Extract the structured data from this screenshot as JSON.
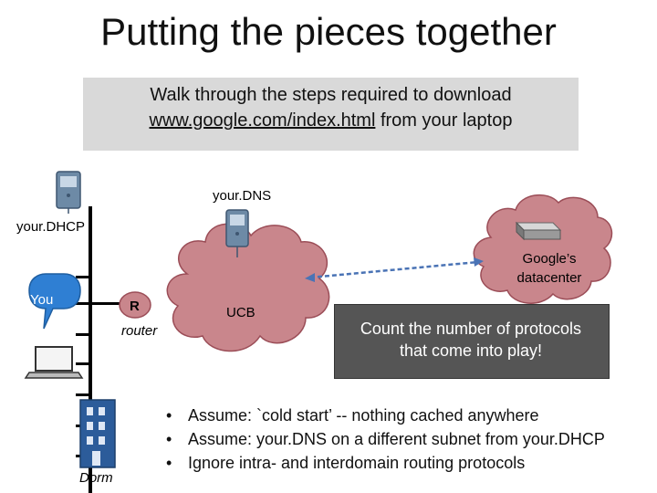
{
  "slide": {
    "title": "Putting the pieces together",
    "intro": {
      "line1": "Walk through the steps required to download",
      "link": "www.google.com/index.html",
      "line2_suffix": " from your laptop"
    }
  },
  "labels": {
    "dns": "your.DNS",
    "dhcp": "your.DHCP",
    "you": "You",
    "router_letter": "R",
    "router": "router",
    "ucb": "UCB",
    "google_line1": "Google’s",
    "google_line2": "datacenter",
    "dorm": "Dorm"
  },
  "callout": {
    "line1": "Count the number of protocols",
    "line2": "that come into play!"
  },
  "bullets": [
    "Assume: `cold start’ -- nothing cached anywhere",
    "Assume: your.DNS on a different subnet from your.DHCP",
    "Ignore intra- and interdomain routing protocols"
  ],
  "bullet_glyph": "•",
  "colors": {
    "cloud": "#c9868c",
    "cloud_outline": "#9b4d57",
    "link_line": "#4a73b5",
    "callout_bg": "#555555",
    "intro_bg": "#d9d9d9",
    "callout_bubble": "#2f7fd3"
  }
}
